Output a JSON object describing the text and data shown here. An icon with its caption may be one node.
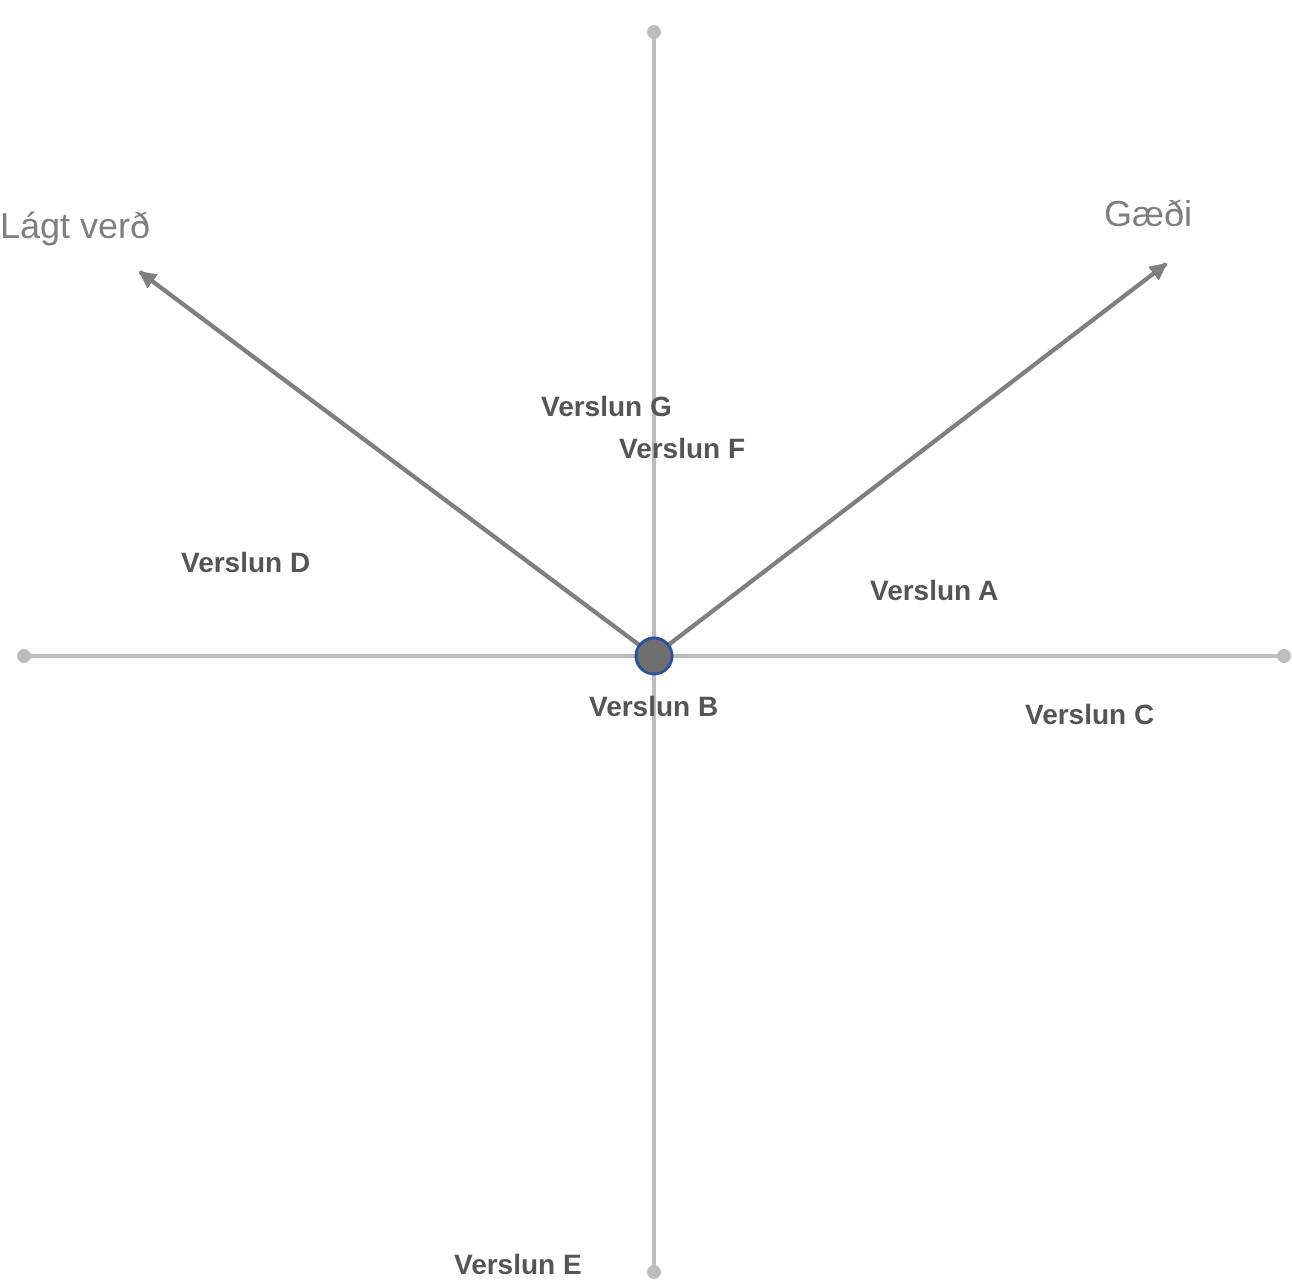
{
  "diagram": {
    "nodes": [
      {
        "text": [
          "Lágt verð"
        ]
      },
      {
        "text": [
          "Gæði"
        ]
      },
      {
        "text": [],
        "shape": "circle"
      }
    ],
    "edges": [
      {
        "from": 2,
        "to": 0,
        "arrow": "to"
      },
      {
        "from": 2,
        "to": 1,
        "arrow": "to"
      }
    ],
    "labels": [
      "Verslun G",
      "Verslun F",
      "Verslun D",
      "Verslun A",
      "Verslun B",
      "Verslun C",
      "Verslun E"
    ]
  }
}
